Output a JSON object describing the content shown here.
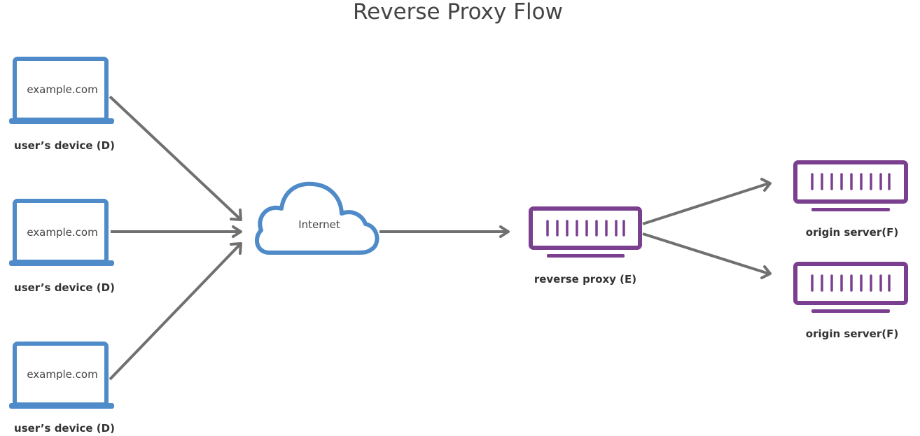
{
  "title": "Reverse Proxy Flow",
  "devices": [
    {
      "screen_text": "example.com",
      "label": "user’s device (D)"
    },
    {
      "screen_text": "example.com",
      "label": "user’s device (D)"
    },
    {
      "screen_text": "example.com",
      "label": "user’s device (D)"
    }
  ],
  "internet": {
    "label": "Internet"
  },
  "proxy": {
    "label": "reverse proxy (E)"
  },
  "origins": [
    {
      "label": "origin server(F)"
    },
    {
      "label": "origin server(F)"
    }
  ],
  "colors": {
    "device": "#4f8ac9",
    "server": "#7b3f8f",
    "arrow": "#707070",
    "text": "#444444"
  }
}
